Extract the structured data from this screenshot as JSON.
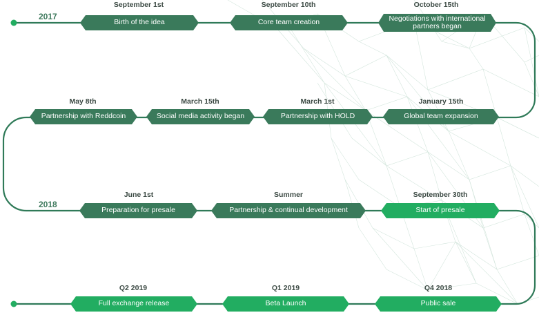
{
  "colors": {
    "dark_green": "#3a7a5b",
    "light_green": "#22ad61",
    "track": "#2f7a58"
  },
  "years": {
    "y2017": "2017",
    "y2018": "2018"
  },
  "milestones": [
    {
      "date": "September 1st",
      "label": "Birth of the idea",
      "style": "dark"
    },
    {
      "date": "September 10th",
      "label": "Core team creation",
      "style": "dark"
    },
    {
      "date": "October 15th",
      "label": "Negotiations with international partners began",
      "style": "dark"
    },
    {
      "date": "May 8th",
      "label": "Partnership with Reddcoin",
      "style": "dark"
    },
    {
      "date": "March 15th",
      "label": "Social media activity began",
      "style": "dark"
    },
    {
      "date": "March 1st",
      "label": "Partnership with HOLD",
      "style": "dark"
    },
    {
      "date": "January 15th",
      "label": "Global team expansion",
      "style": "dark"
    },
    {
      "date": "June 1st",
      "label": "Preparation for presale",
      "style": "dark"
    },
    {
      "date": "Summer",
      "label": "Partnership & continual development",
      "style": "dark"
    },
    {
      "date": "September 30th",
      "label": "Start of presale",
      "style": "light"
    },
    {
      "date": "Q2 2019",
      "label": "Full exchange release",
      "style": "light"
    },
    {
      "date": "Q1 2019",
      "label": "Beta Launch",
      "style": "light"
    },
    {
      "date": "Q4 2018",
      "label": "Public sale",
      "style": "light"
    }
  ]
}
